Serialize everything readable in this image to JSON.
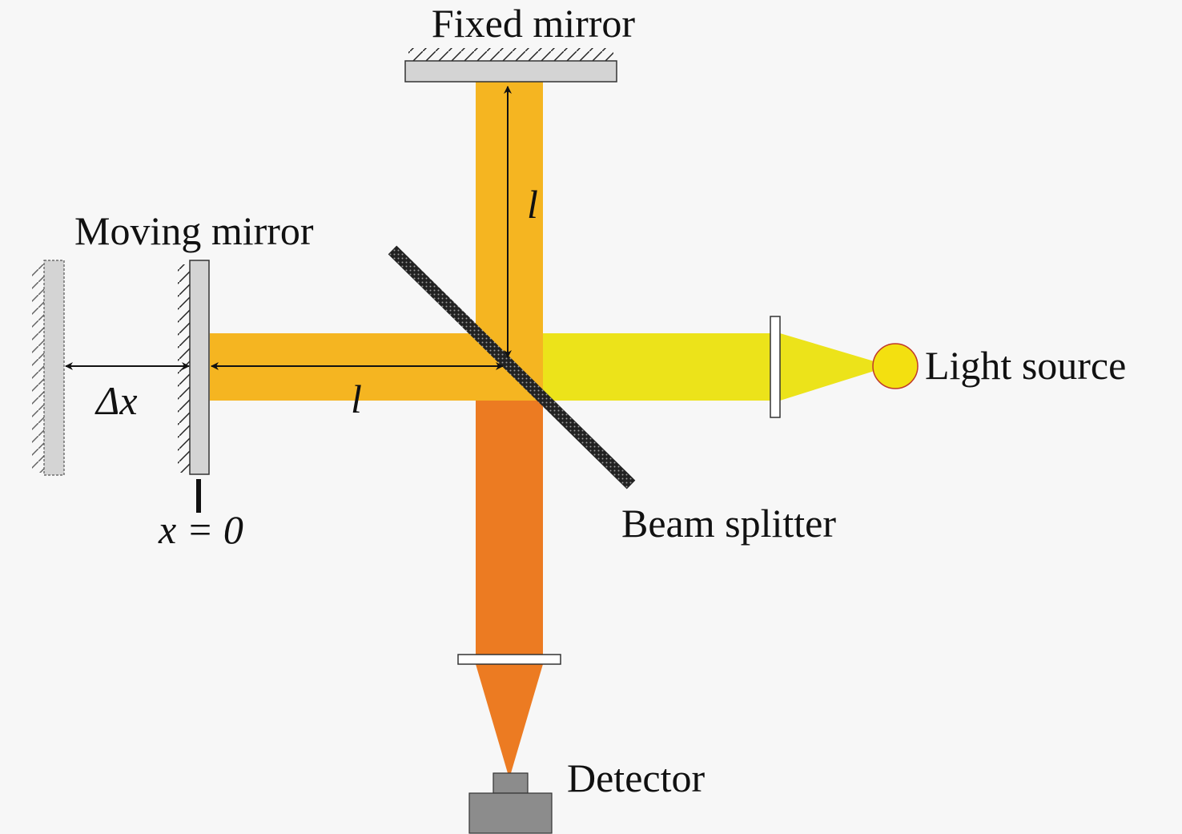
{
  "labels": {
    "fixed_mirror": "Fixed mirror",
    "moving_mirror": "Moving mirror",
    "light_source": "Light source",
    "beam_splitter": "Beam splitter",
    "detector": "Detector",
    "path_length_vertical": "l",
    "path_length_horizontal": "l",
    "displacement": "Δx",
    "origin": "x = 0"
  },
  "colors": {
    "background": "#f7f7f7",
    "beam_split": "#f5b521",
    "beam_source": "#ece31a",
    "beam_recombined": "#ec7b22",
    "mirror": "#d4d4d4",
    "detector": "#8c8c8c",
    "source_fill": "#f3e010",
    "source_stroke": "#c0392b"
  }
}
